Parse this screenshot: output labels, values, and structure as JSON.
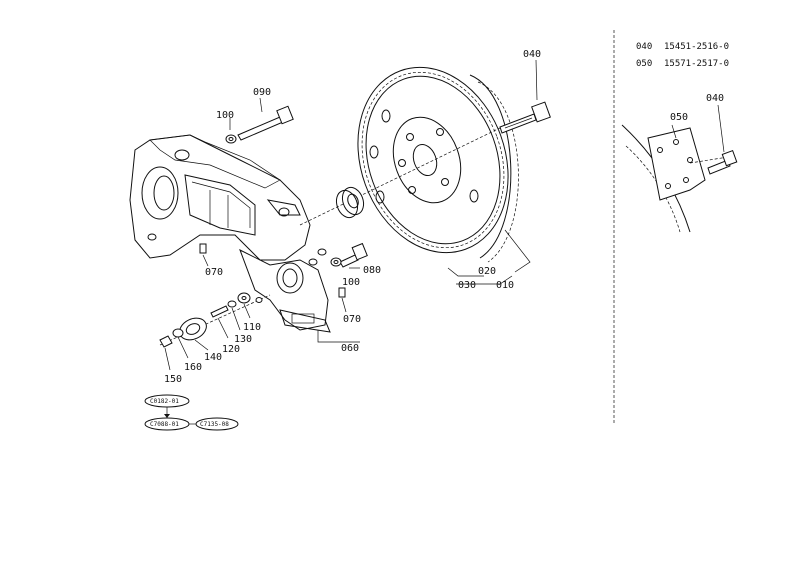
{
  "parts_list": [
    {
      "ref": "040",
      "part_no": "15451-2516-0"
    },
    {
      "ref": "050",
      "part_no": "15571-2517-0"
    }
  ],
  "callouts": {
    "c010": "010",
    "c020": "020",
    "c030": "030",
    "c040": "040",
    "c040b": "040",
    "c050": "050",
    "c060": "060",
    "c070": "070",
    "c070b": "070",
    "c080": "080",
    "c090": "090",
    "c100": "100",
    "c100b": "100",
    "c110": "110",
    "c120": "120",
    "c130": "130",
    "c140": "140",
    "c150": "150",
    "c160": "160"
  },
  "references": {
    "ref1": "C0182-01",
    "ref2": "C7088-01",
    "ref3": "C7135-08"
  }
}
